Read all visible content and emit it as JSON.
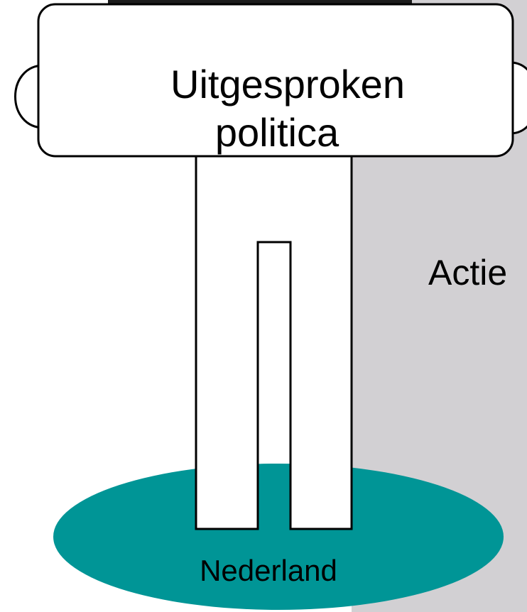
{
  "diagram": {
    "sign_text_line1": "Uitgesproken",
    "sign_text_line2": "politica",
    "side_label": "Actie",
    "ground_label": "Nederland"
  },
  "colors": {
    "panel_gray": "#d2d0d3",
    "ground_teal": "#009596",
    "photo_dark": "#1c1c1c",
    "stroke": "#000000",
    "sign_fill": "#ffffff"
  }
}
